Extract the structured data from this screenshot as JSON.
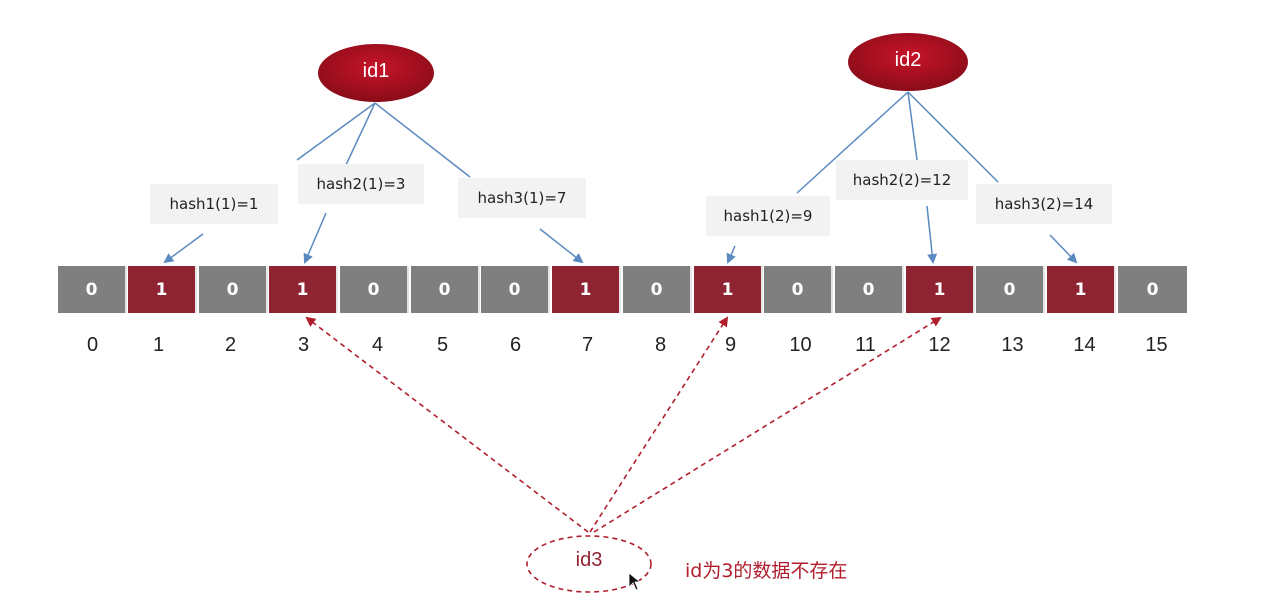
{
  "nodes": {
    "id1": {
      "label": "id1"
    },
    "id2": {
      "label": "id2"
    },
    "id3": {
      "label": "id3"
    }
  },
  "hash_labels": {
    "h1_1": "hash1(1)=1",
    "h2_1": "hash2(1)=3",
    "h3_1": "hash3(1)=7",
    "h1_2": "hash1(2)=9",
    "h2_2": "hash2(2)=12",
    "h3_2": "hash3(2)=14"
  },
  "bit_array": {
    "values": [
      "0",
      "1",
      "0",
      "1",
      "0",
      "0",
      "0",
      "1",
      "0",
      "1",
      "0",
      "0",
      "1",
      "0",
      "1",
      "0"
    ],
    "indices": [
      "0",
      "1",
      "2",
      "3",
      "4",
      "5",
      "6",
      "7",
      "8",
      "9",
      "10",
      "11",
      "12",
      "13",
      "14",
      "15"
    ]
  },
  "note": "id为3的数据不存在",
  "colors": {
    "set_bit": "#8e2432",
    "unset_bit": "#7f7f7f",
    "node_fill": "#b0101c",
    "arrow": "#5b8ac0",
    "dashed": "#b01e2e"
  }
}
